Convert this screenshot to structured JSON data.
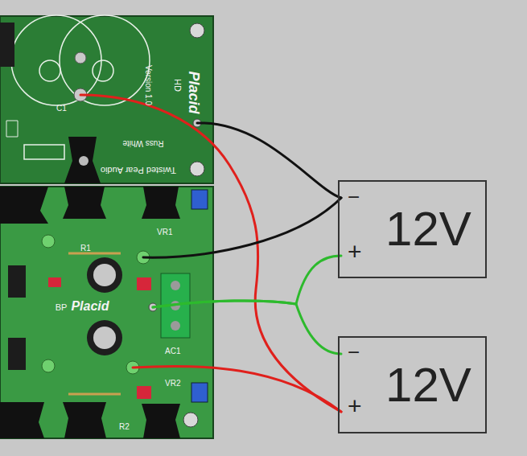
{
  "diagram": {
    "nodes": [
      {
        "text": [
          "Placid",
          "HD",
          "Version 1.0",
          "Russ White",
          "Twisted Pear Audio"
        ]
      },
      {
        "text": [
          "Placid",
          "BP"
        ]
      },
      {
        "text": [
          "12V"
        ]
      },
      {
        "text": [
          "12V"
        ]
      }
    ],
    "edges": [
      {
        "from": 0,
        "to": 2,
        "arrow": "none"
      },
      {
        "from": 0,
        "to": 3,
        "arrow": "none"
      },
      {
        "from": 1,
        "to": 2,
        "arrow": "none"
      },
      {
        "from": 1,
        "to": 2,
        "arrow": "none"
      },
      {
        "from": 1,
        "to": 3,
        "arrow": "none"
      },
      {
        "from": 1,
        "to": 3,
        "arrow": "none"
      }
    ],
    "labels": [
      "−",
      "+",
      "−",
      "+",
      "C1",
      "VR1",
      "VR2",
      "AC1",
      "R1",
      "R2"
    ]
  }
}
